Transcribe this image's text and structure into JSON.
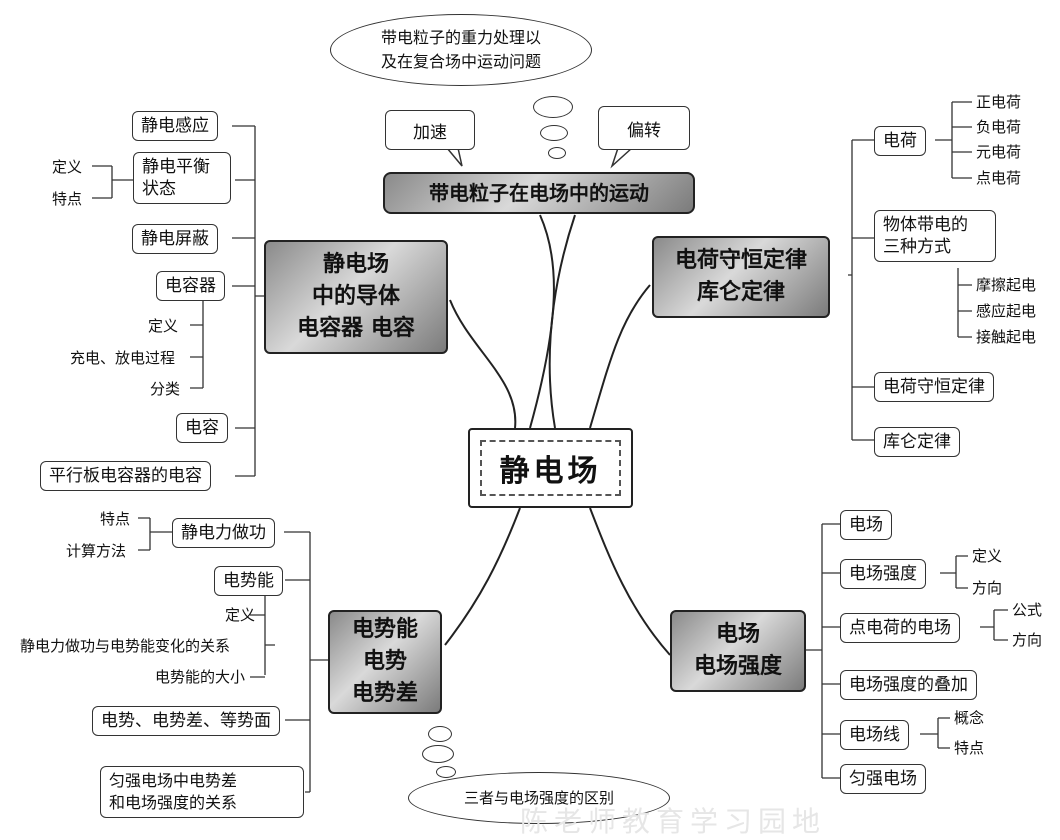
{
  "center": "静电场",
  "top": {
    "bubble_line1": "带电粒子的重力处理以",
    "bubble_line2": "及在复合场中运动问题",
    "callout_left": "加速",
    "callout_right": "偏转",
    "hub": "带电粒子在电场中的运动"
  },
  "left_top": {
    "hub_line1": "静电场",
    "hub_line2": "中的导体",
    "hub_line3": "电容器  电容",
    "b1": "静电感应",
    "b2_line1": "静电平衡",
    "b2_line2": "状态",
    "b2_leaf1": "定义",
    "b2_leaf2": "特点",
    "b3": "静电屏蔽",
    "b4": "电容器",
    "b4_leaf1": "定义",
    "b4_leaf2": "充电、放电过程",
    "b4_leaf3": "分类",
    "b5": "电容",
    "b6": "平行板电容器的电容"
  },
  "right_top": {
    "hub_line1": "电荷守恒定律",
    "hub_line2": "库仑定律",
    "b1": "电荷",
    "b1_leaves": [
      "正电荷",
      "负电荷",
      "元电荷",
      "点电荷"
    ],
    "b2_line1": "物体带电的",
    "b2_line2": "三种方式",
    "b2_leaves": [
      "摩擦起电",
      "感应起电",
      "接触起电"
    ],
    "b3": "电荷守恒定律",
    "b4": "库仑定律"
  },
  "left_bottom": {
    "hub_line1": "电势能",
    "hub_line2": "电势",
    "hub_line3": "电势差",
    "b1": "静电力做功",
    "b1_leaf1": "特点",
    "b1_leaf2": "计算方法",
    "b2": "电势能",
    "b2_leaf1": "定义",
    "b2_leaf2": "静电力做功与电势能变化的关系",
    "b2_leaf3": "电势能的大小",
    "b3": "电势、电势差、等势面",
    "b4_line1": "匀强电场中电势差",
    "b4_line2": "和电场强度的关系"
  },
  "right_bottom": {
    "hub_line1": "电场",
    "hub_line2": "电场强度",
    "b1": "电场",
    "b2": "电场强度",
    "b2_leaf1": "定义",
    "b2_leaf2": "方向",
    "b3": "点电荷的电场",
    "b3_leaf1": "公式",
    "b3_leaf2": "方向",
    "b4": "电场强度的叠加",
    "b5": "电场线",
    "b5_leaf1": "概念",
    "b5_leaf2": "特点",
    "b6": "匀强电场"
  },
  "bottom_bubble": "三者与电场强度的区别",
  "watermark": "陈老师教育学习园地"
}
